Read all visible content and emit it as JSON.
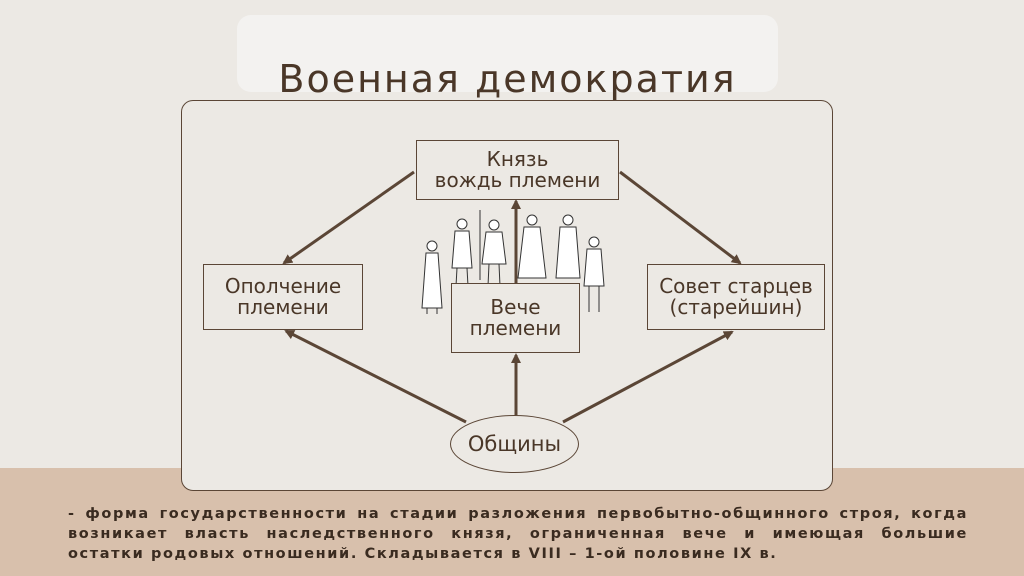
{
  "title": "Военная демократия",
  "nodes": {
    "prince": {
      "line1": "Князь",
      "line2": "вождь племени"
    },
    "militia": {
      "line1": "Ополчение",
      "line2": "племени"
    },
    "council": {
      "line1": "Совет старцев",
      "line2": "(старейшин)"
    },
    "veche": {
      "line1": "Вече",
      "line2": "племени"
    },
    "communities": {
      "label": "Общины"
    }
  },
  "description": "- форма государственности на стадии разложения первобытно-общинного строя, когда возникает власть наследственного князя, ограниченная вече и имеющая большие остатки родовых отношений. Складывается в VIII – 1-ой половине IX в.",
  "colors": {
    "line": "#5b4636",
    "background": "#ece9e4",
    "band": "#d8c0ac",
    "title_box": "#f3f2f0"
  }
}
